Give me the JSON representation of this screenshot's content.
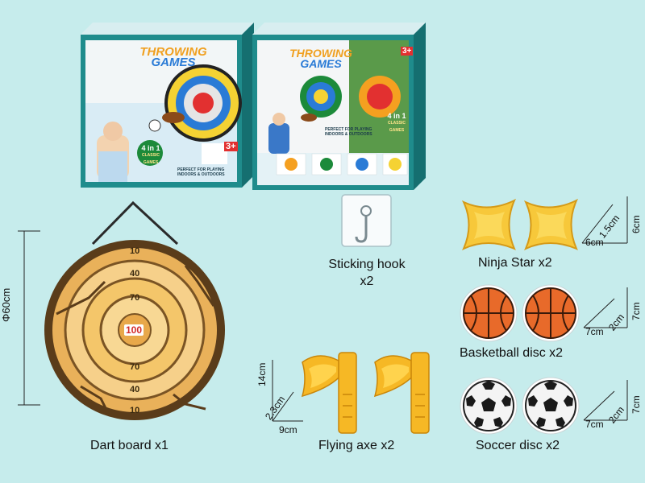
{
  "product": {
    "box_title_line1": "THROWING",
    "box_title_line2": "GAMES",
    "box_badge": "4 in 1",
    "box_badge_sub": "CLASSIC GAMES",
    "box_age": "3+",
    "box_tagline": "PERFECT FOR PLAYING INDOORS & OUTDOORS"
  },
  "components": {
    "dartboard": {
      "label": "Dart board x1",
      "dimension": "Φ60cm",
      "rings": [
        "10",
        "40",
        "70",
        "100",
        "70",
        "40",
        "10"
      ]
    },
    "hook": {
      "label_line1": "Sticking hook",
      "label_line2": "x2"
    },
    "ninja": {
      "label": "Ninja Star x2",
      "dim_depth": "1.5cm",
      "dim_width": "6cm",
      "dim_height": "6cm"
    },
    "basketball": {
      "label": "Basketball disc x2",
      "dim_depth": "2cm",
      "dim_width": "7cm",
      "dim_height": "7cm"
    },
    "axe": {
      "label": "Flying axe x2",
      "dim_depth": "2.3cm",
      "dim_width": "9cm",
      "dim_height": "14cm"
    },
    "soccer": {
      "label": "Soccer disc x2",
      "dim_depth": "2cm",
      "dim_width": "7cm",
      "dim_height": "7cm"
    }
  },
  "colors": {
    "background": "#c6ecec",
    "box_teal": "#1f8c8c",
    "wood_light": "#f4c66a",
    "wood_dark": "#5a3c1a",
    "ninja_yellow": "#f7c83a",
    "basketball_orange": "#e86a2a",
    "axe_yellow": "#f6b825",
    "bullseye_red": "#d22a2a"
  }
}
